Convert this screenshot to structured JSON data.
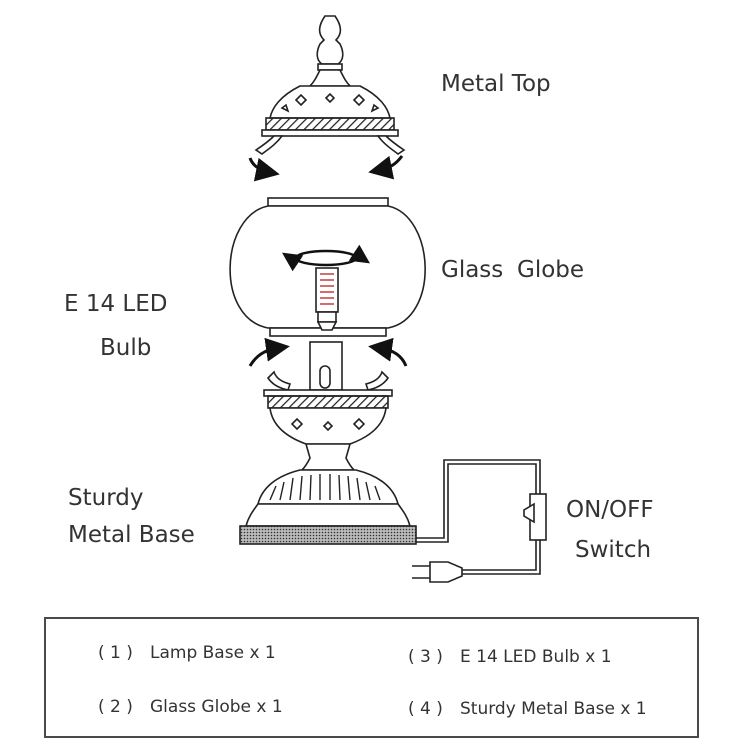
{
  "labels": {
    "metal_top": "Metal Top",
    "glass_globe_1": "Glass",
    "glass_globe_2": "Globe",
    "bulb_1": "E 14 LED",
    "bulb_2": "Bulb",
    "base_1": "Sturdy",
    "base_2": "Metal Base",
    "switch_1": "ON/OFF",
    "switch_2": "Switch"
  },
  "parts_list": [
    {
      "num": "( 1 )",
      "text": "Lamp Base x 1"
    },
    {
      "num": "( 2 )",
      "text": "Glass Globe x 1"
    },
    {
      "num": "( 3 )",
      "text": "E 14 LED Bulb  x 1"
    },
    {
      "num": "( 4 )",
      "text": "Sturdy Metal Base x 1"
    }
  ]
}
